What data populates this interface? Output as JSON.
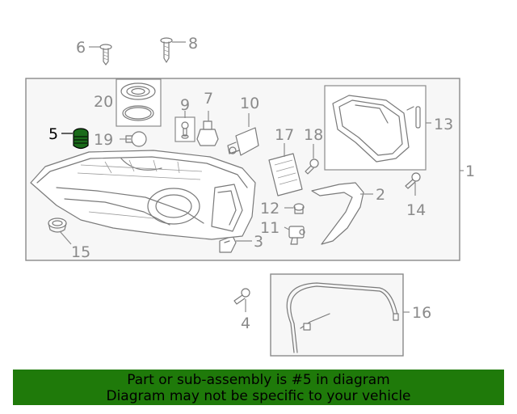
{
  "callouts": {
    "c1": "1",
    "c2": "2",
    "c3": "3",
    "c4": "4",
    "c5": "5",
    "c6": "6",
    "c7": "7",
    "c8": "8",
    "c9": "9",
    "c10": "10",
    "c11": "11",
    "c12": "12",
    "c13": "13",
    "c14": "14",
    "c15": "15",
    "c16": "16",
    "c17": "17",
    "c18": "18",
    "c19": "19",
    "c20": "20"
  },
  "highlighted_part": "5",
  "colors": {
    "banner": "#1f7a0a",
    "highlight": "#000000",
    "line": "#7a7a7a"
  },
  "banner": {
    "line1": "Part or sub-assembly is #5 in diagram",
    "line2": "Diagram may not be specific to your vehicle"
  }
}
